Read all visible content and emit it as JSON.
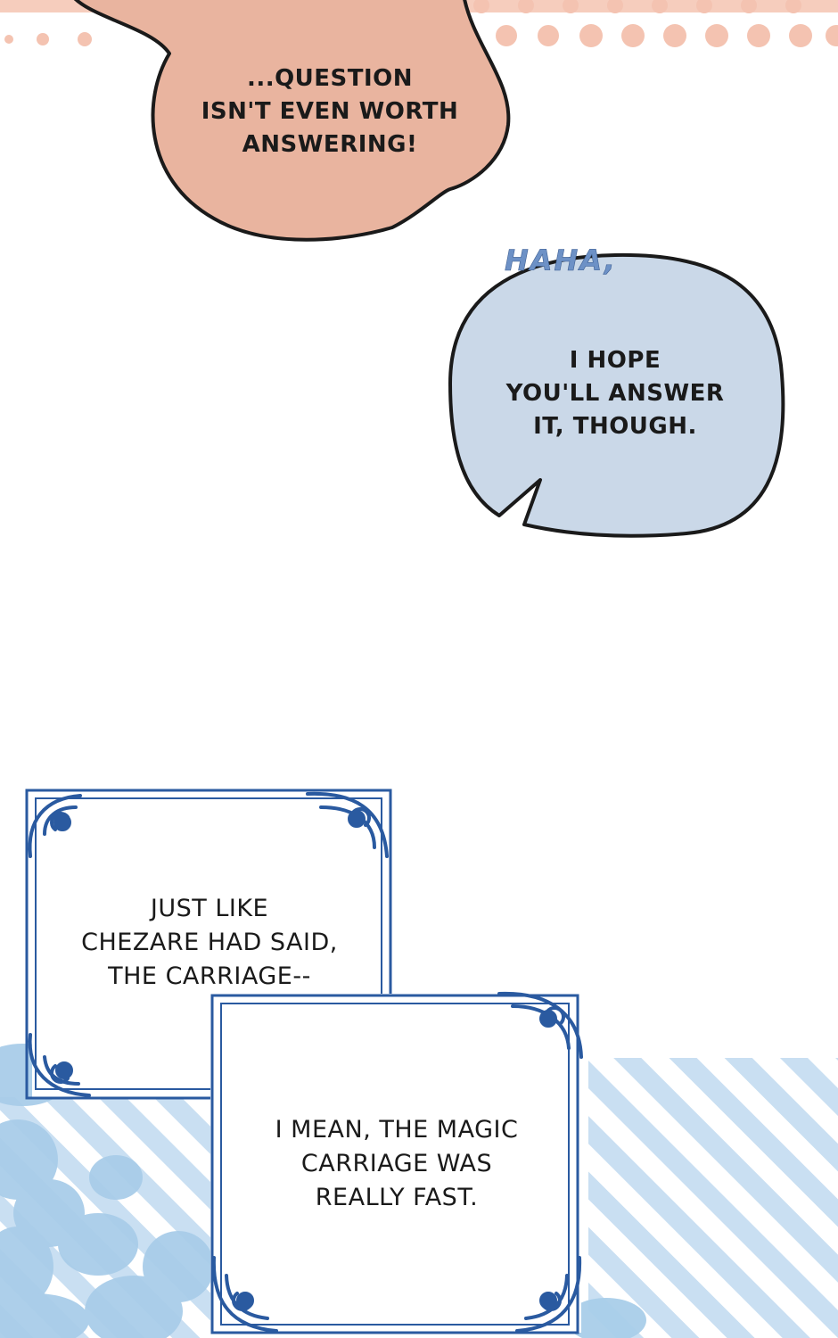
{
  "colors": {
    "pink_bubble": "#e9b49f",
    "pink_dots": "#f4c3b1",
    "blue_bubble": "#cad8e8",
    "sfx_text": "#6d91c6",
    "frame_blue": "#2a5aa0",
    "stripe_blue": "#c9dff2",
    "blob_blue": "#a9cde9"
  },
  "bubble_pink": {
    "lines": [
      "...QUESTION",
      "ISN'T EVEN WORTH",
      "ANSWERING!"
    ]
  },
  "sfx": {
    "text": "HAHA,"
  },
  "bubble_blue": {
    "lines": [
      "I HOPE",
      "YOU'LL ANSWER",
      "IT, THOUGH."
    ]
  },
  "narration_1": {
    "lines": [
      "JUST LIKE",
      "CHEZARE HAD SAID,",
      "THE CARRIAGE--"
    ]
  },
  "narration_2": {
    "lines": [
      "I MEAN, THE MAGIC",
      "CARRIAGE WAS",
      "REALLY FAST."
    ]
  }
}
